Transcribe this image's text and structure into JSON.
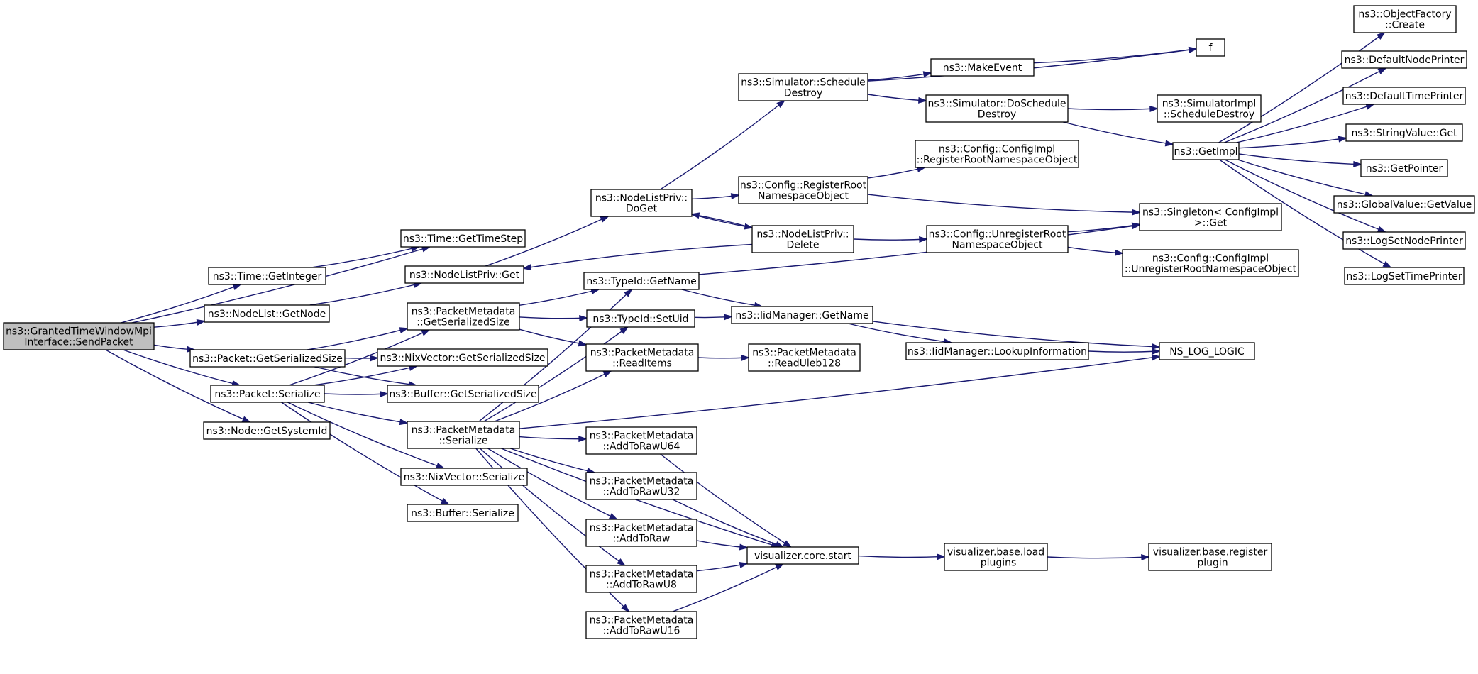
{
  "colors": {
    "edge": "#191970",
    "root_fill": "#bfbfbf",
    "node_fill": "#ffffff",
    "node_border": "#000000",
    "truncated_border": "#ff0000"
  },
  "nodes": [
    {
      "id": "root",
      "lines": [
        "ns3::GrantedTimeWindowMpi",
        "Interface::SendPacket"
      ],
      "style": "root"
    },
    {
      "id": "time_getinteger",
      "lines": [
        "ns3::Time::GetInteger"
      ],
      "style": "normal"
    },
    {
      "id": "nodelist_getnode",
      "lines": [
        "ns3::NodeList::GetNode"
      ],
      "style": "normal"
    },
    {
      "id": "packet_getserializedsize",
      "lines": [
        "ns3::Packet::GetSerializedSize"
      ],
      "style": "normal"
    },
    {
      "id": "packet_serialize",
      "lines": [
        "ns3::Packet::Serialize"
      ],
      "style": "normal"
    },
    {
      "id": "node_getsystemid",
      "lines": [
        "ns3::Node::GetSystemId"
      ],
      "style": "normal"
    },
    {
      "id": "time_gettimestep",
      "lines": [
        "ns3::Time::GetTimeStep"
      ],
      "style": "normal"
    },
    {
      "id": "nodelistpriv_get",
      "lines": [
        "ns3::NodeListPriv::Get"
      ],
      "style": "normal"
    },
    {
      "id": "pm_getserializedsize",
      "lines": [
        "ns3::PacketMetadata",
        "::GetSerializedSize"
      ],
      "style": "normal"
    },
    {
      "id": "nixvector_getserializedsize",
      "lines": [
        "ns3::NixVector::GetSerializedSize"
      ],
      "style": "normal"
    },
    {
      "id": "buffer_getserializedsize",
      "lines": [
        "ns3::Buffer::GetSerializedSize"
      ],
      "style": "normal"
    },
    {
      "id": "pm_serialize",
      "lines": [
        "ns3::PacketMetadata",
        "::Serialize"
      ],
      "style": "normal"
    },
    {
      "id": "nixvector_serialize",
      "lines": [
        "ns3::NixVector::Serialize"
      ],
      "style": "normal"
    },
    {
      "id": "buffer_serialize",
      "lines": [
        "ns3::Buffer::Serialize"
      ],
      "style": "normal"
    },
    {
      "id": "nodelistpriv_doget",
      "lines": [
        "ns3::NodeListPriv::",
        "DoGet"
      ],
      "style": "normal"
    },
    {
      "id": "typeid_getname",
      "lines": [
        "ns3::TypeId::GetName"
      ],
      "style": "normal"
    },
    {
      "id": "typeid_setuid",
      "lines": [
        "ns3::TypeId::SetUid"
      ],
      "style": "normal"
    },
    {
      "id": "pm_readitems",
      "lines": [
        "ns3::PacketMetadata",
        "::ReadItems"
      ],
      "style": "normal"
    },
    {
      "id": "pm_addtorawu64",
      "lines": [
        "ns3::PacketMetadata",
        "::AddToRawU64"
      ],
      "style": "normal"
    },
    {
      "id": "pm_addtorawu32",
      "lines": [
        "ns3::PacketMetadata",
        "::AddToRawU32"
      ],
      "style": "normal"
    },
    {
      "id": "pm_addtoraw",
      "lines": [
        "ns3::PacketMetadata",
        "::AddToRaw"
      ],
      "style": "normal"
    },
    {
      "id": "pm_addtorawu8",
      "lines": [
        "ns3::PacketMetadata",
        "::AddToRawU8"
      ],
      "style": "normal"
    },
    {
      "id": "pm_addtorawu16",
      "lines": [
        "ns3::PacketMetadata",
        "::AddToRawU16"
      ],
      "style": "normal"
    },
    {
      "id": "simulator_scheduledestroy",
      "lines": [
        "ns3::Simulator::Schedule",
        "Destroy"
      ],
      "style": "normal"
    },
    {
      "id": "config_registerroot",
      "lines": [
        "ns3::Config::RegisterRoot",
        "NamespaceObject"
      ],
      "style": "normal"
    },
    {
      "id": "nodelistpriv_delete",
      "lines": [
        "ns3::NodeListPriv::",
        "Delete"
      ],
      "style": "normal"
    },
    {
      "id": "iidmanager_getname",
      "lines": [
        "ns3::IidManager::GetName"
      ],
      "style": "normal"
    },
    {
      "id": "pm_readuleb128",
      "lines": [
        "ns3::PacketMetadata",
        "::ReadUleb128"
      ],
      "style": "normal"
    },
    {
      "id": "visualizer_core_start",
      "lines": [
        "visualizer.core.start"
      ],
      "style": "normal"
    },
    {
      "id": "makeevent",
      "lines": [
        "ns3::MakeEvent"
      ],
      "style": "normal"
    },
    {
      "id": "simulator_doscheduledestroy",
      "lines": [
        "ns3::Simulator::DoSchedule",
        "Destroy"
      ],
      "style": "normal"
    },
    {
      "id": "configimpl_registerroot",
      "lines": [
        "ns3::Config::ConfigImpl",
        "::RegisterRootNamespaceObject"
      ],
      "style": "normal"
    },
    {
      "id": "config_unregisterroot",
      "lines": [
        "ns3::Config::UnregisterRoot",
        "NamespaceObject"
      ],
      "style": "normal"
    },
    {
      "id": "iidmanager_lookupinformation",
      "lines": [
        "ns3::IidManager::LookupInformation"
      ],
      "style": "normal"
    },
    {
      "id": "visualizer_base_load_plugins",
      "lines": [
        "visualizer.base.load",
        "_plugins"
      ],
      "style": "normal"
    },
    {
      "id": "f",
      "lines": [
        "f"
      ],
      "style": "normal"
    },
    {
      "id": "simulatorimpl_scheduledestroy",
      "lines": [
        "ns3::SimulatorImpl",
        "::ScheduleDestroy"
      ],
      "style": "normal"
    },
    {
      "id": "getimpl",
      "lines": [
        "ns3::GetImpl"
      ],
      "style": "truncated"
    },
    {
      "id": "singleton_configimpl_get",
      "lines": [
        "ns3::Singleton< ConfigImpl",
        " >::Get"
      ],
      "style": "normal"
    },
    {
      "id": "configimpl_unregisterroot",
      "lines": [
        "ns3::Config::ConfigImpl",
        "::UnregisterRootNamespaceObject"
      ],
      "style": "normal"
    },
    {
      "id": "ns_log_logic",
      "lines": [
        "NS_LOG_LOGIC"
      ],
      "style": "normal"
    },
    {
      "id": "visualizer_base_register_plugin",
      "lines": [
        "visualizer.base.register",
        "_plugin"
      ],
      "style": "normal"
    },
    {
      "id": "objectfactory_create",
      "lines": [
        "ns3::ObjectFactory",
        "::Create"
      ],
      "style": "truncated"
    },
    {
      "id": "defaultnodeprinter",
      "lines": [
        "ns3::DefaultNodePrinter"
      ],
      "style": "truncated"
    },
    {
      "id": "defaulttimeprinter",
      "lines": [
        "ns3::DefaultTimePrinter"
      ],
      "style": "truncated"
    },
    {
      "id": "stringvalue_get",
      "lines": [
        "ns3::StringValue::Get"
      ],
      "style": "normal"
    },
    {
      "id": "getpointer",
      "lines": [
        "ns3::GetPointer"
      ],
      "style": "truncated"
    },
    {
      "id": "globalvalue_getvalue",
      "lines": [
        "ns3::GlobalValue::GetValue"
      ],
      "style": "truncated"
    },
    {
      "id": "logsetnodeprinter",
      "lines": [
        "ns3::LogSetNodePrinter"
      ],
      "style": "normal"
    },
    {
      "id": "logsettimeprinter",
      "lines": [
        "ns3::LogSetTimePrinter"
      ],
      "style": "truncated"
    }
  ],
  "edges": [
    [
      "root",
      "time_gettimestep"
    ],
    [
      "root",
      "time_getinteger"
    ],
    [
      "root",
      "nodelist_getnode"
    ],
    [
      "root",
      "packet_getserializedsize"
    ],
    [
      "root",
      "packet_serialize"
    ],
    [
      "root",
      "node_getsystemid"
    ],
    [
      "time_getinteger",
      "time_gettimestep"
    ],
    [
      "nodelist_getnode",
      "nodelistpriv_get"
    ],
    [
      "packet_getserializedsize",
      "pm_getserializedsize"
    ],
    [
      "packet_getserializedsize",
      "nixvector_getserializedsize"
    ],
    [
      "packet_getserializedsize",
      "buffer_getserializedsize"
    ],
    [
      "packet_serialize",
      "pm_getserializedsize"
    ],
    [
      "packet_serialize",
      "nixvector_getserializedsize"
    ],
    [
      "packet_serialize",
      "buffer_getserializedsize"
    ],
    [
      "packet_serialize",
      "pm_serialize"
    ],
    [
      "packet_serialize",
      "nixvector_serialize"
    ],
    [
      "packet_serialize",
      "buffer_serialize"
    ],
    [
      "nodelistpriv_get",
      "nodelistpriv_doget"
    ],
    [
      "nodelistpriv_doget",
      "simulator_scheduledestroy"
    ],
    [
      "nodelistpriv_doget",
      "config_registerroot"
    ],
    [
      "nodelistpriv_doget",
      "nodelistpriv_delete"
    ],
    [
      "nodelistpriv_delete",
      "nodelistpriv_doget"
    ],
    [
      "nodelistpriv_delete",
      "nodelistpriv_get"
    ],
    [
      "nodelistpriv_delete",
      "config_unregisterroot"
    ],
    [
      "pm_getserializedsize",
      "typeid_getname"
    ],
    [
      "pm_getserializedsize",
      "typeid_setuid"
    ],
    [
      "pm_getserializedsize",
      "pm_readitems"
    ],
    [
      "pm_serialize",
      "typeid_getname"
    ],
    [
      "pm_serialize",
      "typeid_setuid"
    ],
    [
      "pm_serialize",
      "pm_readitems"
    ],
    [
      "pm_serialize",
      "ns_log_logic"
    ],
    [
      "pm_serialize",
      "pm_addtorawu64"
    ],
    [
      "pm_serialize",
      "pm_addtorawu32"
    ],
    [
      "pm_serialize",
      "pm_addtoraw"
    ],
    [
      "pm_serialize",
      "pm_addtorawu8"
    ],
    [
      "pm_serialize",
      "pm_addtorawu16"
    ],
    [
      "pm_serialize",
      "visualizer_core_start"
    ],
    [
      "typeid_getname",
      "iidmanager_getname"
    ],
    [
      "typeid_getname",
      "singleton_configimpl_get"
    ],
    [
      "typeid_setuid",
      "iidmanager_getname"
    ],
    [
      "pm_readitems",
      "pm_readuleb128"
    ],
    [
      "pm_addtorawu64",
      "visualizer_core_start"
    ],
    [
      "pm_addtorawu32",
      "visualizer_core_start"
    ],
    [
      "pm_addtoraw",
      "visualizer_core_start"
    ],
    [
      "pm_addtorawu8",
      "visualizer_core_start"
    ],
    [
      "pm_addtorawu16",
      "visualizer_core_start"
    ],
    [
      "simulator_scheduledestroy",
      "makeevent"
    ],
    [
      "simulator_scheduledestroy",
      "f"
    ],
    [
      "simulator_scheduledestroy",
      "simulator_doscheduledestroy"
    ],
    [
      "makeevent",
      "f"
    ],
    [
      "simulator_doscheduledestroy",
      "simulatorimpl_scheduledestroy"
    ],
    [
      "simulator_doscheduledestroy",
      "getimpl"
    ],
    [
      "config_registerroot",
      "configimpl_registerroot"
    ],
    [
      "config_registerroot",
      "singleton_configimpl_get"
    ],
    [
      "config_unregisterroot",
      "singleton_configimpl_get"
    ],
    [
      "config_unregisterroot",
      "configimpl_unregisterroot"
    ],
    [
      "iidmanager_getname",
      "iidmanager_lookupinformation"
    ],
    [
      "iidmanager_getname",
      "ns_log_logic"
    ],
    [
      "iidmanager_lookupinformation",
      "ns_log_logic"
    ],
    [
      "visualizer_core_start",
      "visualizer_base_load_plugins"
    ],
    [
      "visualizer_base_load_plugins",
      "visualizer_base_register_plugin"
    ],
    [
      "getimpl",
      "objectfactory_create"
    ],
    [
      "getimpl",
      "defaultnodeprinter"
    ],
    [
      "getimpl",
      "defaulttimeprinter"
    ],
    [
      "getimpl",
      "stringvalue_get"
    ],
    [
      "getimpl",
      "getpointer"
    ],
    [
      "getimpl",
      "globalvalue_getvalue"
    ],
    [
      "getimpl",
      "logsetnodeprinter"
    ],
    [
      "getimpl",
      "logsettimeprinter"
    ]
  ]
}
